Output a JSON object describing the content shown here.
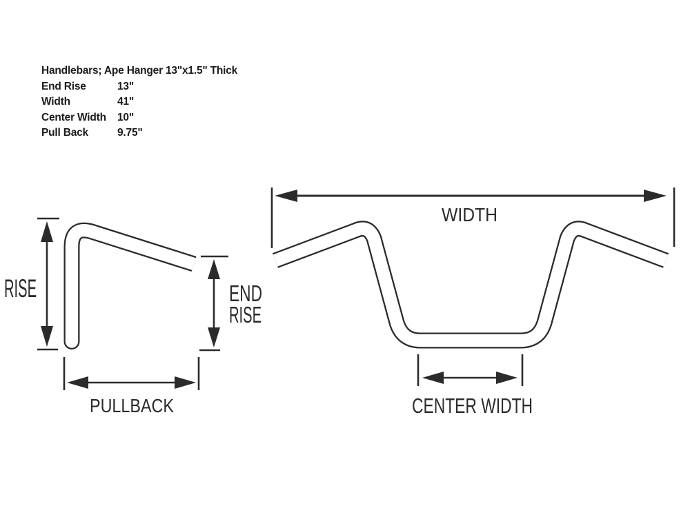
{
  "specs": {
    "title": "Handlebars; Ape Hanger 13\"x1.5\" Thick",
    "rows": [
      {
        "label": "End Rise",
        "value": "13\""
      },
      {
        "label": "Width",
        "value": "41\""
      },
      {
        "label": "Center Width",
        "value": "10\""
      },
      {
        "label": "Pull Back",
        "value": "9.75\""
      }
    ]
  },
  "side_view": {
    "rise_label": "RISE",
    "end_rise_label_line1": "END",
    "end_rise_label_line2": "RISE",
    "pullback_label": "PULLBACK"
  },
  "front_view": {
    "width_label": "WIDTH",
    "center_width_label": "CENTER WIDTH"
  },
  "colors": {
    "line": "#2b2b2b",
    "text": "#1b1b1b",
    "background": "#ffffff"
  }
}
